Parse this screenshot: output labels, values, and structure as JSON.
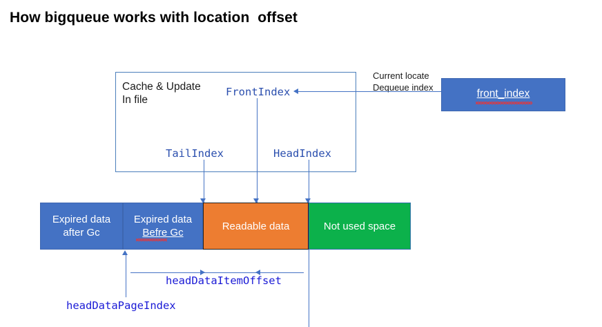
{
  "title": "How bigqueue works with location  offset",
  "cache_box": {
    "caption_line1": "Cache & Update",
    "caption_line2": "In file",
    "labels": {
      "front_index": "FrontIndex",
      "tail_index": "TailIndex",
      "head_index": "HeadIndex"
    }
  },
  "front_index_source": {
    "note_line1": "Current locate",
    "note_line2": "Dequeue index",
    "box_label": "front_index",
    "box_color": "#4472C4"
  },
  "memory_bar": {
    "segments": [
      {
        "line1": "Expired data",
        "line2": "after Gc",
        "color": "#4472C4",
        "misspelled": ""
      },
      {
        "line1": "Expired data",
        "line2": "Befre Gc",
        "color": "#4472C4",
        "misspelled": "Befre"
      },
      {
        "line1": "Readable data",
        "line2": "",
        "color": "#ED7D31",
        "misspelled": ""
      },
      {
        "line1": "Not used space",
        "line2": "",
        "color": "#0CB14B",
        "misspelled": ""
      }
    ]
  },
  "offset_labels": {
    "head_data_item_offset": "headDataItemOffset",
    "head_data_page_index": "headDataPageIndex"
  },
  "colors": {
    "accent_blue": "#4472C4",
    "accent_orange": "#ED7D31",
    "accent_green": "#0CB14B",
    "label_blue": "#2B4FAE",
    "label_blue_dark": "#1A1AD6",
    "spellcheck_red": "#EE3333"
  }
}
